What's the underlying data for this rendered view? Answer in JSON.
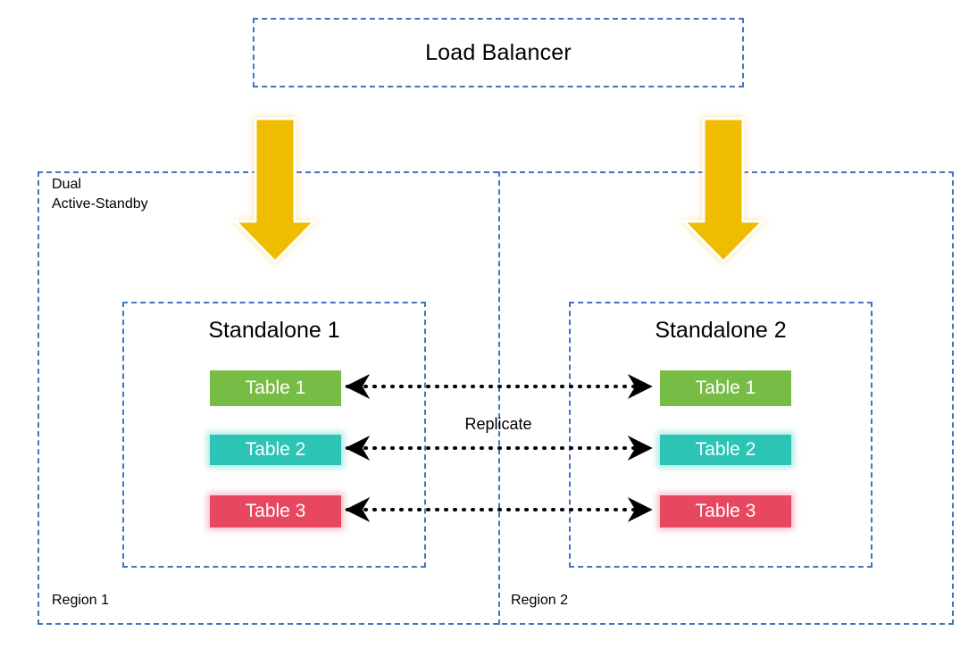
{
  "diagram": {
    "title_box": {
      "label": "Load Balancer",
      "border_color": "#4472C4",
      "style": "dashed"
    },
    "outer_container": {
      "label": "Dual\nActive-Standby",
      "border_color": "#4472C4",
      "style": "dashed"
    },
    "regions": [
      {
        "label": "Region 1"
      },
      {
        "label": "Region 2"
      }
    ],
    "groups": [
      {
        "title": "Standalone 1",
        "tables": [
          {
            "label": "Table 1",
            "color": "#76BC45"
          },
          {
            "label": "Table 2",
            "color": "#2CC4B5"
          },
          {
            "label": "Table 3",
            "color": "#E8485F"
          }
        ]
      },
      {
        "title": "Standalone 2",
        "tables": [
          {
            "label": "Table 1",
            "color": "#76BC45"
          },
          {
            "label": "Table 2",
            "color": "#2CC4B5"
          },
          {
            "label": "Table 3",
            "color": "#E8485F"
          }
        ]
      }
    ],
    "replication": {
      "label": "Replicate",
      "style": "dotted-bidirectional",
      "color": "#000000"
    },
    "traffic_arrows": {
      "count": 2,
      "color": "#F0BC00",
      "direction": "down",
      "source": "Load Balancer",
      "icon": "down-arrow-icon"
    }
  }
}
